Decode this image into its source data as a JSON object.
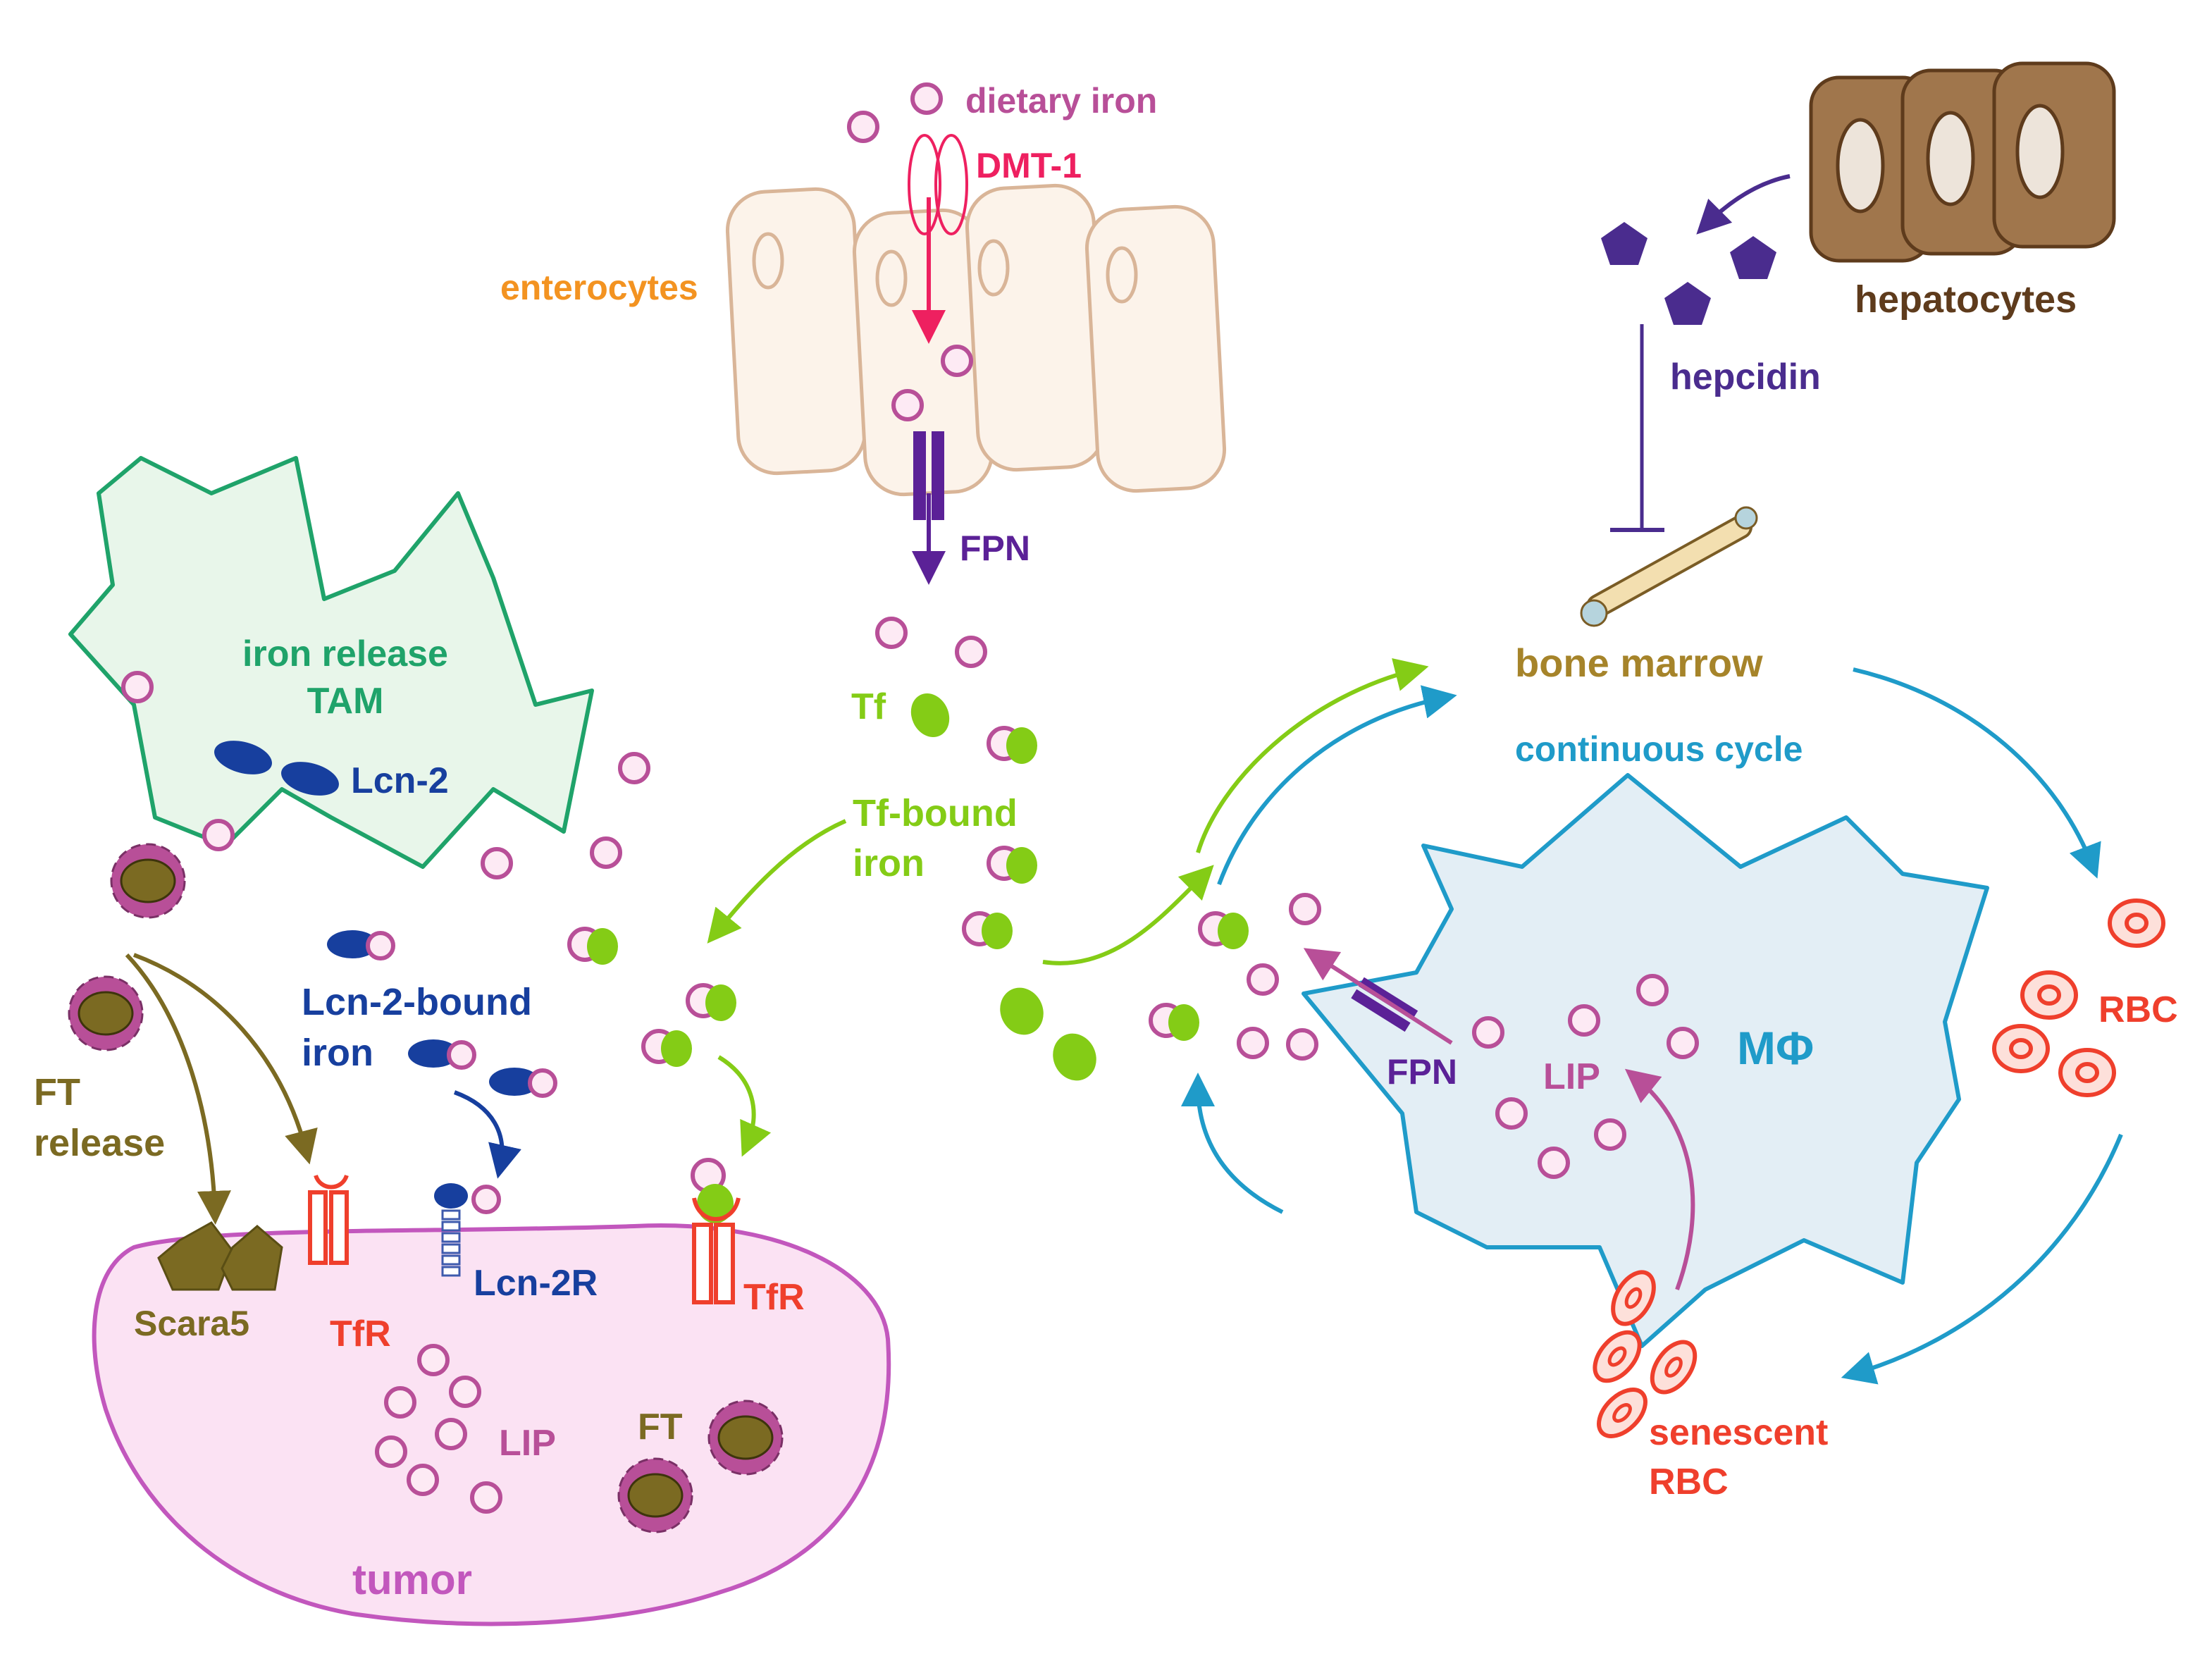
{
  "colors": {
    "iron": "#b84f98",
    "iron_fill": "#fdeaf4",
    "tf": "#84cc16",
    "tam": "#1fa36a",
    "tam_fill": "#e8f6ea",
    "tumor": "#c257bd",
    "tumor_fill": "#fbe2f3",
    "macrophage": "#1f9bc9",
    "macrophage_fill": "#e3eef5",
    "lcn2": "#173f9e",
    "ferritin": "#7b6a22",
    "tfr": "#ef3f2c",
    "fpn": "#5b2197",
    "dmt1": "#ee2060",
    "hepcidin": "#4a2c8e",
    "hepatocyte": "#a0764c",
    "enterocyte": "#fcf3ea",
    "enterocyte_edge": "#d9b598",
    "enterocyte_label": "#f39321",
    "rbc": "#ef3f2c",
    "bone": "#f3dfb0",
    "bone_label": "#a6842a"
  },
  "labels": {
    "dietary_iron": "dietary iron",
    "dmt1": "DMT-1",
    "enterocytes": "enterocytes",
    "fpn_top": "FPN",
    "hepatocytes": "hepatocytes",
    "hepcidin": "hepcidin",
    "tam_line1": "iron release",
    "tam_line2": "TAM",
    "lcn2": "Lcn-2",
    "tf": "Tf",
    "tf_bound_line1": "Tf-bound",
    "tf_bound_line2": "iron",
    "bone_marrow": "bone marrow",
    "continuous_cycle": "continuous cycle",
    "rbc": "RBC",
    "macrophage": "MΦ",
    "fpn_mac": "FPN",
    "lip_mac": "LIP",
    "lcn2_bound_line1": "Lcn-2-bound",
    "lcn2_bound_line2": "iron",
    "ft_release_line1": "FT",
    "ft_release_line2": "release",
    "scara5": "Scara5",
    "tfr_left": "TfR",
    "lcn2r": "Lcn-2R",
    "tfr_right": "TfR",
    "lip_tumor": "LIP",
    "ft_tumor": "FT",
    "tumor": "tumor",
    "senescent_line1": "senescent",
    "senescent_line2": "RBC"
  }
}
